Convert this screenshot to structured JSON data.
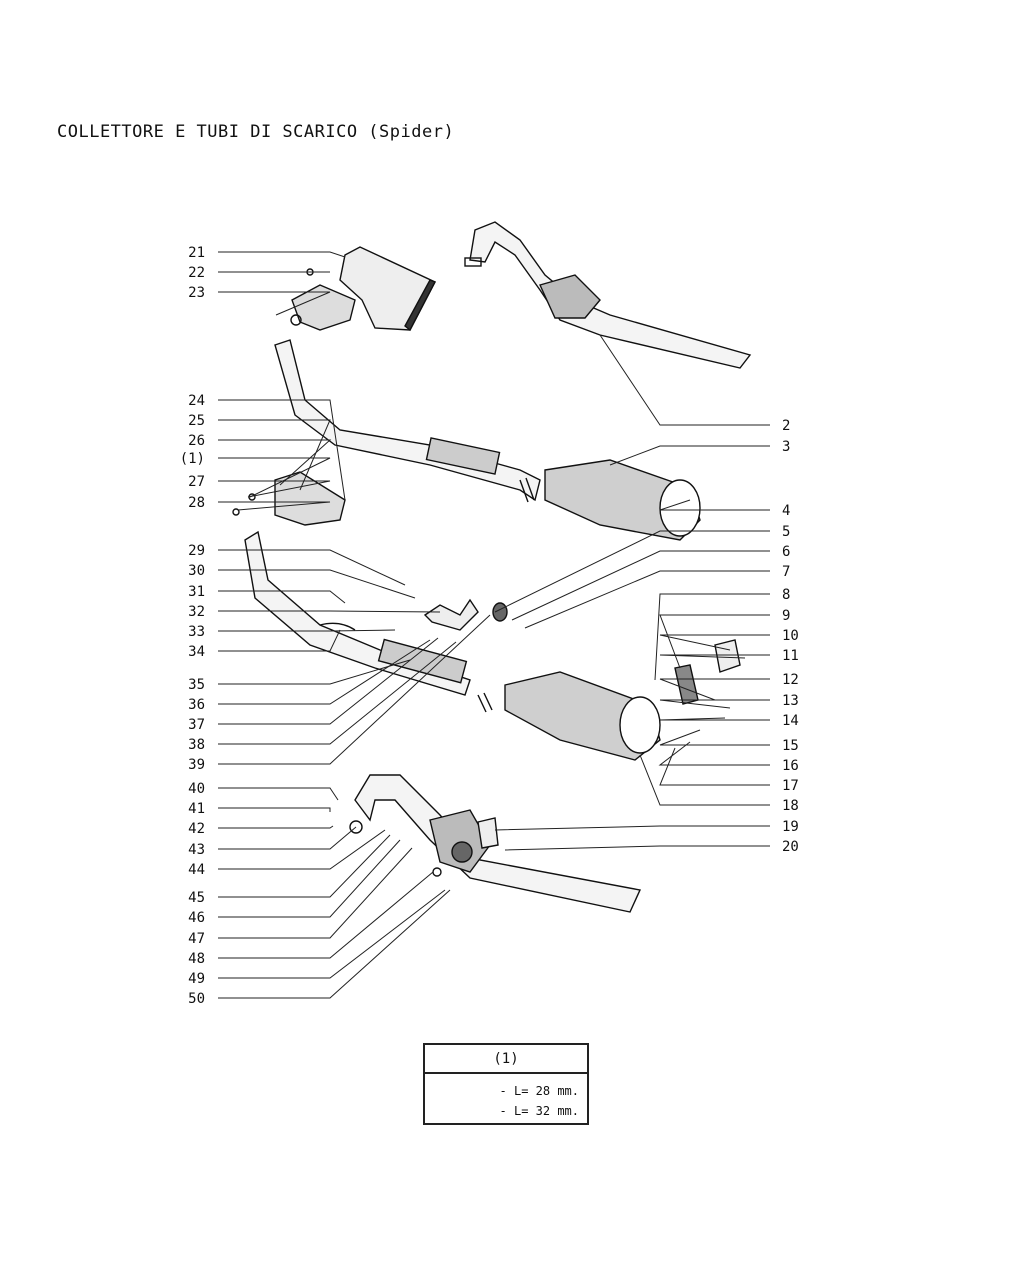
{
  "title": "COLLETTORE E TUBI DI SCARICO (Spider)",
  "callouts": {
    "left": [
      "21",
      "22",
      "23",
      "24",
      "25",
      "26",
      "(1)",
      "27",
      "28",
      "29",
      "30",
      "31",
      "32",
      "33",
      "34",
      "35",
      "36",
      "37",
      "38",
      "39",
      "40",
      "41",
      "42",
      "43",
      "44",
      "45",
      "46",
      "47",
      "48",
      "49",
      "50"
    ],
    "right": [
      "2",
      "3",
      "4",
      "5",
      "6",
      "7",
      "8",
      "9",
      "10",
      "11",
      "12",
      "13",
      "14",
      "15",
      "16",
      "17",
      "18",
      "19",
      "20"
    ]
  },
  "notes_table": {
    "header": "(1)",
    "rows": [
      "- L= 28 mm.",
      "- L= 32 mm."
    ]
  }
}
